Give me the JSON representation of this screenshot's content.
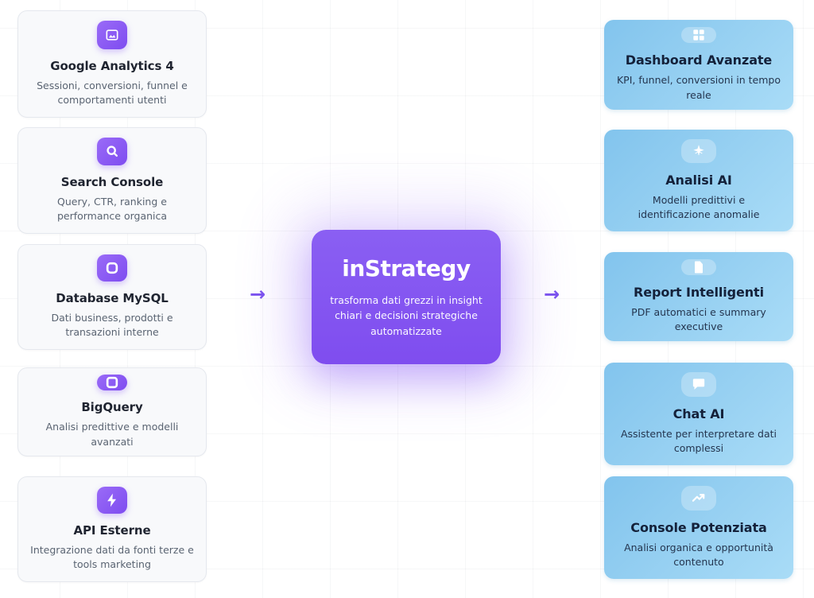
{
  "hub": {
    "title": "inStrategy",
    "subtitle": "trasforma dati grezzi in insight chiari e decisioni strategiche automatizzate"
  },
  "arrows": {
    "glyph": "→"
  },
  "sources": [
    {
      "title": "Google Analytics 4",
      "subtitle": "Sessioni, conversioni, funnel e comportamenti utenti",
      "icon": "chart-image-icon"
    },
    {
      "title": "Search Console",
      "subtitle": "Query, CTR, ranking e performance organica",
      "icon": "search-icon"
    },
    {
      "title": "Database MySQL",
      "subtitle": "Dati business, prodotti e transazioni interne",
      "icon": "database-icon"
    },
    {
      "title": "BigQuery",
      "subtitle": "Analisi predittive e modelli avanzati",
      "icon": "square-icon"
    },
    {
      "title": "API Esterne",
      "subtitle": "Integrazione dati da fonti terze e tools marketing",
      "icon": "lightning-icon"
    }
  ],
  "outputs": [
    {
      "title": "Dashboard Avanzate",
      "subtitle": "KPI, funnel, conversioni in tempo reale",
      "icon": "grid-icon"
    },
    {
      "title": "Analisi AI",
      "subtitle": "Modelli predittivi e identificazione anomalie",
      "icon": "sparkle-icon"
    },
    {
      "title": "Report Intelligenti",
      "subtitle": "PDF automatici e summary executive",
      "icon": "document-icon"
    },
    {
      "title": "Chat AI",
      "subtitle": "Assistente per interpretare dati complessi",
      "icon": "chat-bubble-icon"
    },
    {
      "title": "Console Potenziata",
      "subtitle": "Analisi organica e opportunità contenuto",
      "icon": "trending-up-icon"
    }
  ],
  "colors": {
    "accent_purple": "#8B5CF6",
    "output_gradient_start": "#82C4ED",
    "output_gradient_end": "#A9DCF7",
    "source_card_bg": "#F8F9FB"
  }
}
